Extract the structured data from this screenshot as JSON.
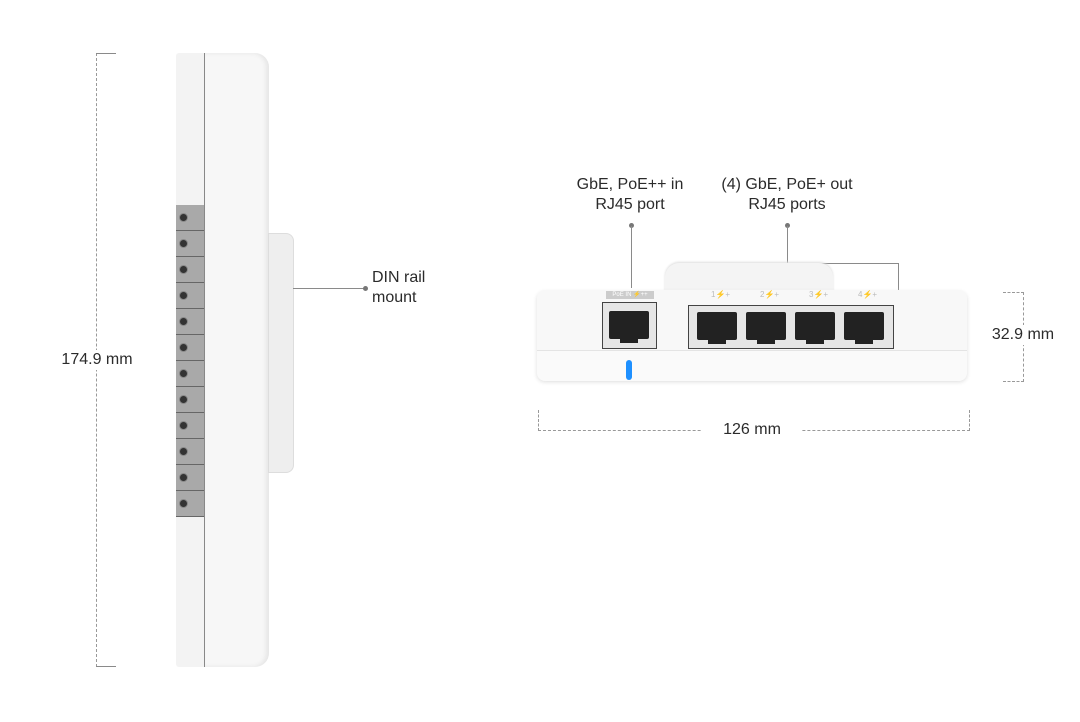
{
  "side_view": {
    "height_label": "174.9 mm",
    "din_label_line1": "DIN rail",
    "din_label_line2": "mount"
  },
  "front_view": {
    "poe_in_label_line1": "GbE, PoE++ in",
    "poe_in_label_line2": "RJ45 port",
    "poe_out_label_line1": "(4) GbE, PoE+ out",
    "poe_out_label_line2": "RJ45 ports",
    "port_in_print": "PoE IN ⚡++",
    "port_numbers": [
      "1⚡+",
      "2⚡+",
      "3⚡+",
      "4⚡+"
    ],
    "height_label": "32.9 mm",
    "width_label": "126 mm",
    "led_color": "#1e90ff"
  }
}
